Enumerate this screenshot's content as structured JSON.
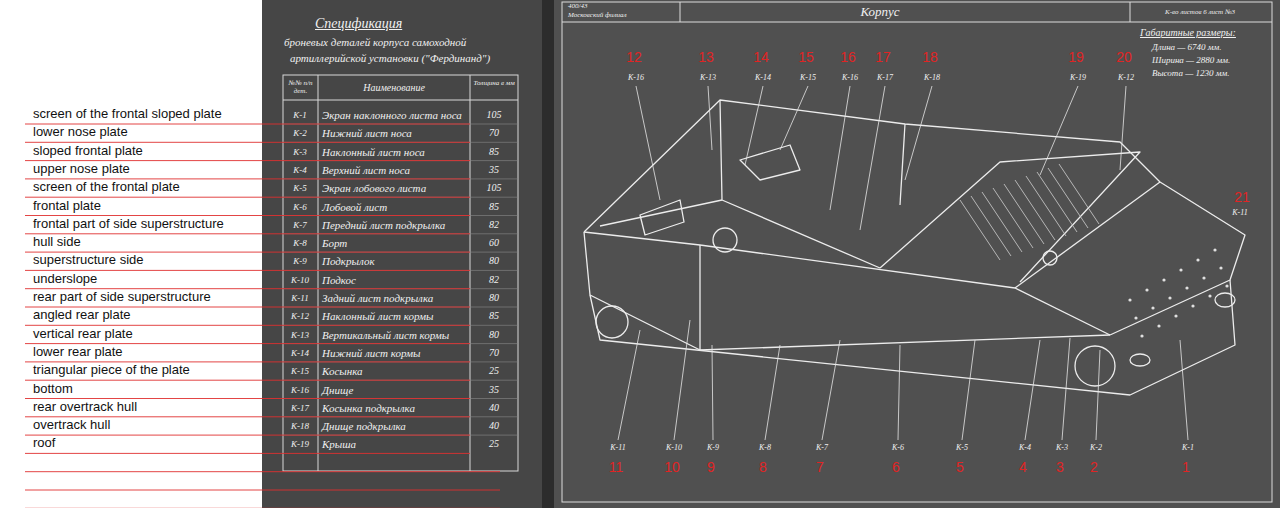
{
  "diagram": {
    "title": "Спецификация",
    "labels": [
      "screen of the frontal sloped plate",
      "lower nose plate",
      "sloped frontal plate",
      "upper nose plate",
      "screen of the frontal plate",
      "frontal plate",
      "frontal part of side superstructure",
      "hull side",
      "superstructure side",
      "underslope",
      "rear part of side superstructure",
      "angled rear plate",
      "vertical rear plate",
      "lower rear plate",
      "triangular piece of the plate",
      "bottom",
      "rear overtrack hull",
      "overtrack hull",
      "roof",
      "броневых деталей корпуса самоходной",
      "артиллерийской установки (\"Фердинанд\")",
      "№№ п/п дет.",
      "Наименование",
      "Толщина в мм",
      "К-1",
      "Экран наклонного листа носа",
      "105",
      "К-2",
      "Нижний лист носа",
      "70",
      "К-3",
      "Наклонный лист носа",
      "85",
      "К-4",
      "Верхний лист носа",
      "35",
      "К-5",
      "Экран лобового листа",
      "105",
      "К-6",
      "Лобовой лист",
      "85",
      "К-7",
      "Передний лист подкрылка",
      "82",
      "К-8",
      "Борт",
      "60",
      "К-9",
      "Подкрылок",
      "80",
      "К-10",
      "Подкос",
      "82",
      "К-11",
      "Задний лист подкрылка",
      "80",
      "К-12",
      "Наклонный лист кормы",
      "85",
      "К-13",
      "Вертикальный лист кормы",
      "80",
      "К-14",
      "Нижний лист кормы",
      "70",
      "К-15",
      "Косынка",
      "25",
      "К-16",
      "Днище",
      "35",
      "К-17",
      "Косынка подкрылка",
      "40",
      "К-18",
      "Днище подкрылка",
      "40",
      "К-19",
      "Крыша",
      "25",
      "400/43",
      "Московский филиал",
      "Корпус",
      "К-во листов 6 лист №3",
      "Габаритные размеры:",
      "Длина — 6740 мм.",
      "Ширина — 2880 мм.",
      "Высота — 1230 мм.",
      "12",
      "13",
      "14",
      "15",
      "16",
      "17",
      "18",
      "19",
      "20",
      "21",
      "11",
      "10",
      "9",
      "8",
      "7",
      "6",
      "5",
      "4",
      "3",
      "2",
      "1",
      "К-16",
      "К-13",
      "К-14",
      "К-15",
      "К-16",
      "К-17",
      "К-18",
      "К-19",
      "К-12",
      "К-11",
      "К-11",
      "К-10",
      "К-9",
      "К-8",
      "К-7",
      "К-6",
      "К-5",
      "К-4",
      "К-3",
      "К-2",
      "К-1"
    ]
  }
}
